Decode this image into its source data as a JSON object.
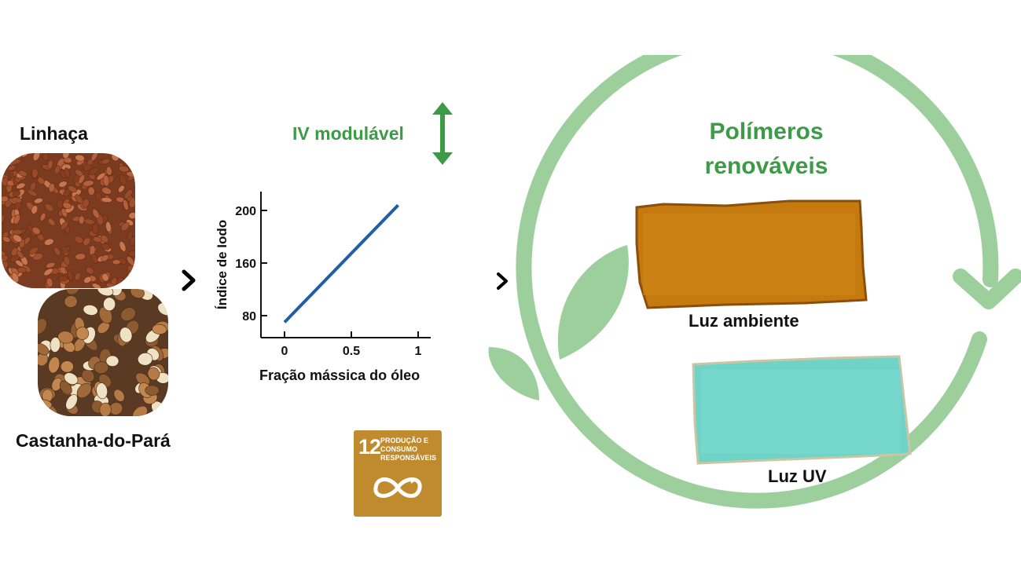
{
  "inputs": {
    "oil1_label": "Linhaça",
    "oil2_label": "Castanha-do-Pará"
  },
  "iv_label": "IV modulável",
  "chart_data": {
    "type": "line",
    "xlabel": "Fração mássica do óleo",
    "ylabel": "Índice de Iodo",
    "x_ticks": [
      0,
      0.5,
      1
    ],
    "y_ticks": [
      80,
      160,
      200
    ],
    "series": [
      {
        "x": [
          0,
          0.85
        ],
        "y": [
          70,
          204
        ]
      }
    ]
  },
  "sdg": {
    "number": "12",
    "text_lines": [
      "PRODUÇÃO E",
      "CONSUMO",
      "RESPONSÁVEIS"
    ]
  },
  "product": {
    "title_lines": [
      "Polímeros",
      "renováveis"
    ],
    "ambient_label": "Luz ambiente",
    "uv_label": "Luz UV"
  },
  "colors": {
    "accent_green": "#3d9a47",
    "circle_green": "#9dcf9c",
    "line_blue": "#1f5fa8",
    "sdg_gold": "#c08a2e",
    "ambient_film": "#c57a10",
    "uv_film": "#6fd3c8"
  }
}
